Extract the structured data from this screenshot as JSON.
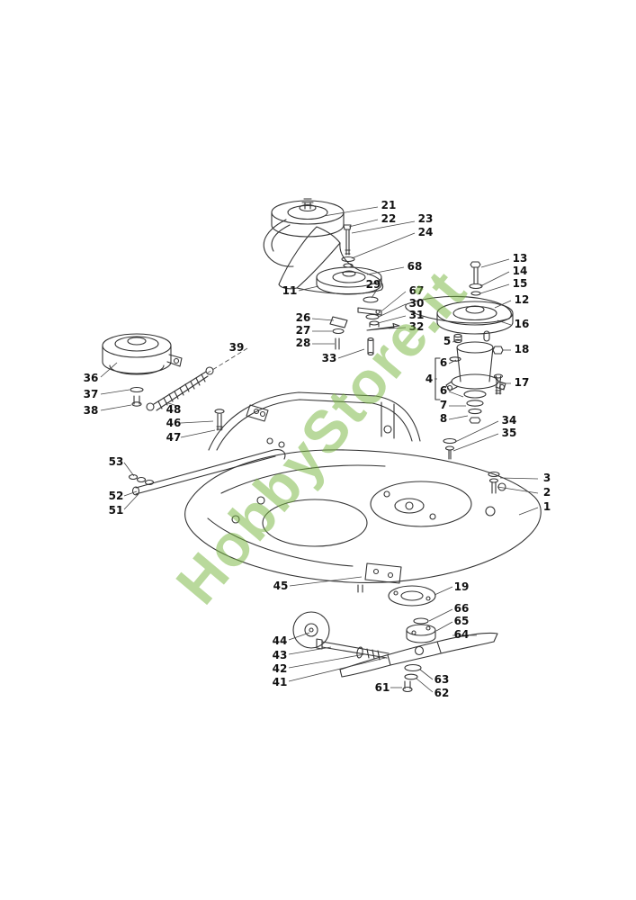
{
  "watermark": {
    "text": "HobbyStore.it",
    "color": "#79b742"
  },
  "colors": {
    "background": "#ffffff",
    "line": "#333333",
    "label": "#111111"
  },
  "labels": [
    "21",
    "22",
    "23",
    "24",
    "68",
    "13",
    "14",
    "15",
    "11",
    "29",
    "67",
    "30",
    "31",
    "32",
    "12",
    "26",
    "27",
    "28",
    "16",
    "5",
    "18",
    "39",
    "33",
    "36",
    "4",
    "6",
    "6",
    "7",
    "8",
    "17",
    "37",
    "38",
    "48",
    "46",
    "47",
    "34",
    "35",
    "53",
    "3",
    "2",
    "52",
    "1",
    "51",
    "45",
    "19",
    "66",
    "65",
    "64",
    "44",
    "43",
    "42",
    "41",
    "63",
    "61",
    "62"
  ]
}
